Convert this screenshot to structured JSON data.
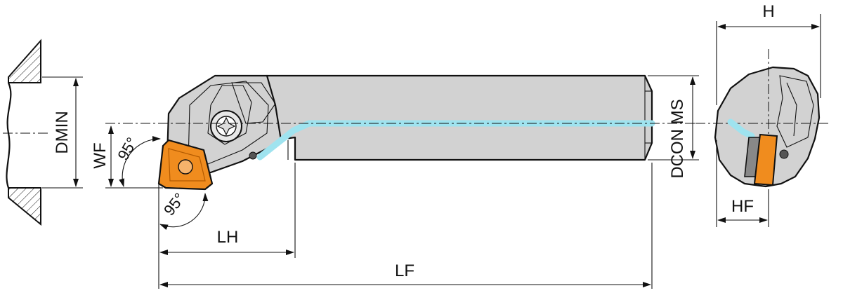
{
  "labels": {
    "dmin": "DMIN",
    "wf": "WF",
    "angle_top": "95°",
    "angle_bottom": "95°",
    "lh": "LH",
    "lf": "LF",
    "dcon_ms": "DCON MS",
    "h": "H",
    "hf": "HF"
  },
  "colors": {
    "body": "#d2d2d2",
    "insert": "#f08c1e",
    "coolant": "#9fe3ef",
    "line": "#111111"
  }
}
